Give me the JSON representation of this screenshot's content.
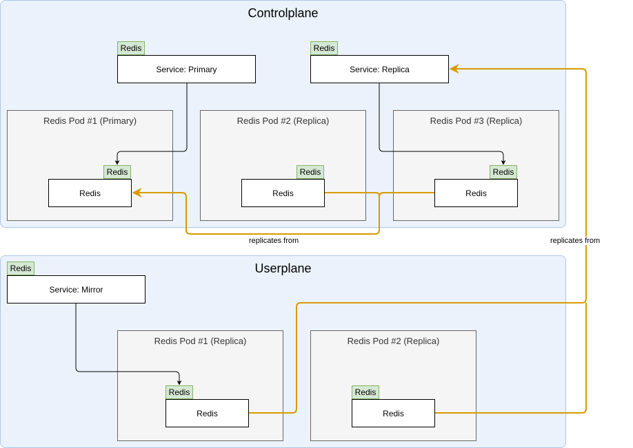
{
  "controlplane": {
    "title": "Controlplane",
    "service_primary": {
      "tag": "Redis",
      "label": "Service: Primary"
    },
    "service_replica": {
      "tag": "Redis",
      "label": "Service: Replica"
    },
    "pods": [
      {
        "title": "Redis Pod #1 (Primary)",
        "tag": "Redis",
        "label": "Redis"
      },
      {
        "title": "Redis Pod #2 (Replica)",
        "tag": "Redis",
        "label": "Redis"
      },
      {
        "title": "Redis Pod #3 (Replica)",
        "tag": "Redis",
        "label": "Redis"
      }
    ]
  },
  "userplane": {
    "title": "Userplane",
    "service_mirror": {
      "tag": "Redis",
      "label": "Service: Mirror"
    },
    "pods": [
      {
        "title": "Redis Pod #1 (Replica)",
        "tag": "Redis",
        "label": "Redis"
      },
      {
        "title": "Redis Pod #2 (Replica)",
        "tag": "Redis",
        "label": "Redis"
      }
    ]
  },
  "edge_labels": {
    "replicates_from_controlplane": "replicates from",
    "replicates_from_userplane": "replicates from"
  },
  "colors": {
    "zone_fill": "#ebf2fc",
    "zone_border": "#aec6e4",
    "pod_fill": "#f5f5f5",
    "tag_fill": "#d5e8d4",
    "tag_border": "#82b366",
    "replication_edge": "#d79b00",
    "service_edge": "#000000"
  }
}
